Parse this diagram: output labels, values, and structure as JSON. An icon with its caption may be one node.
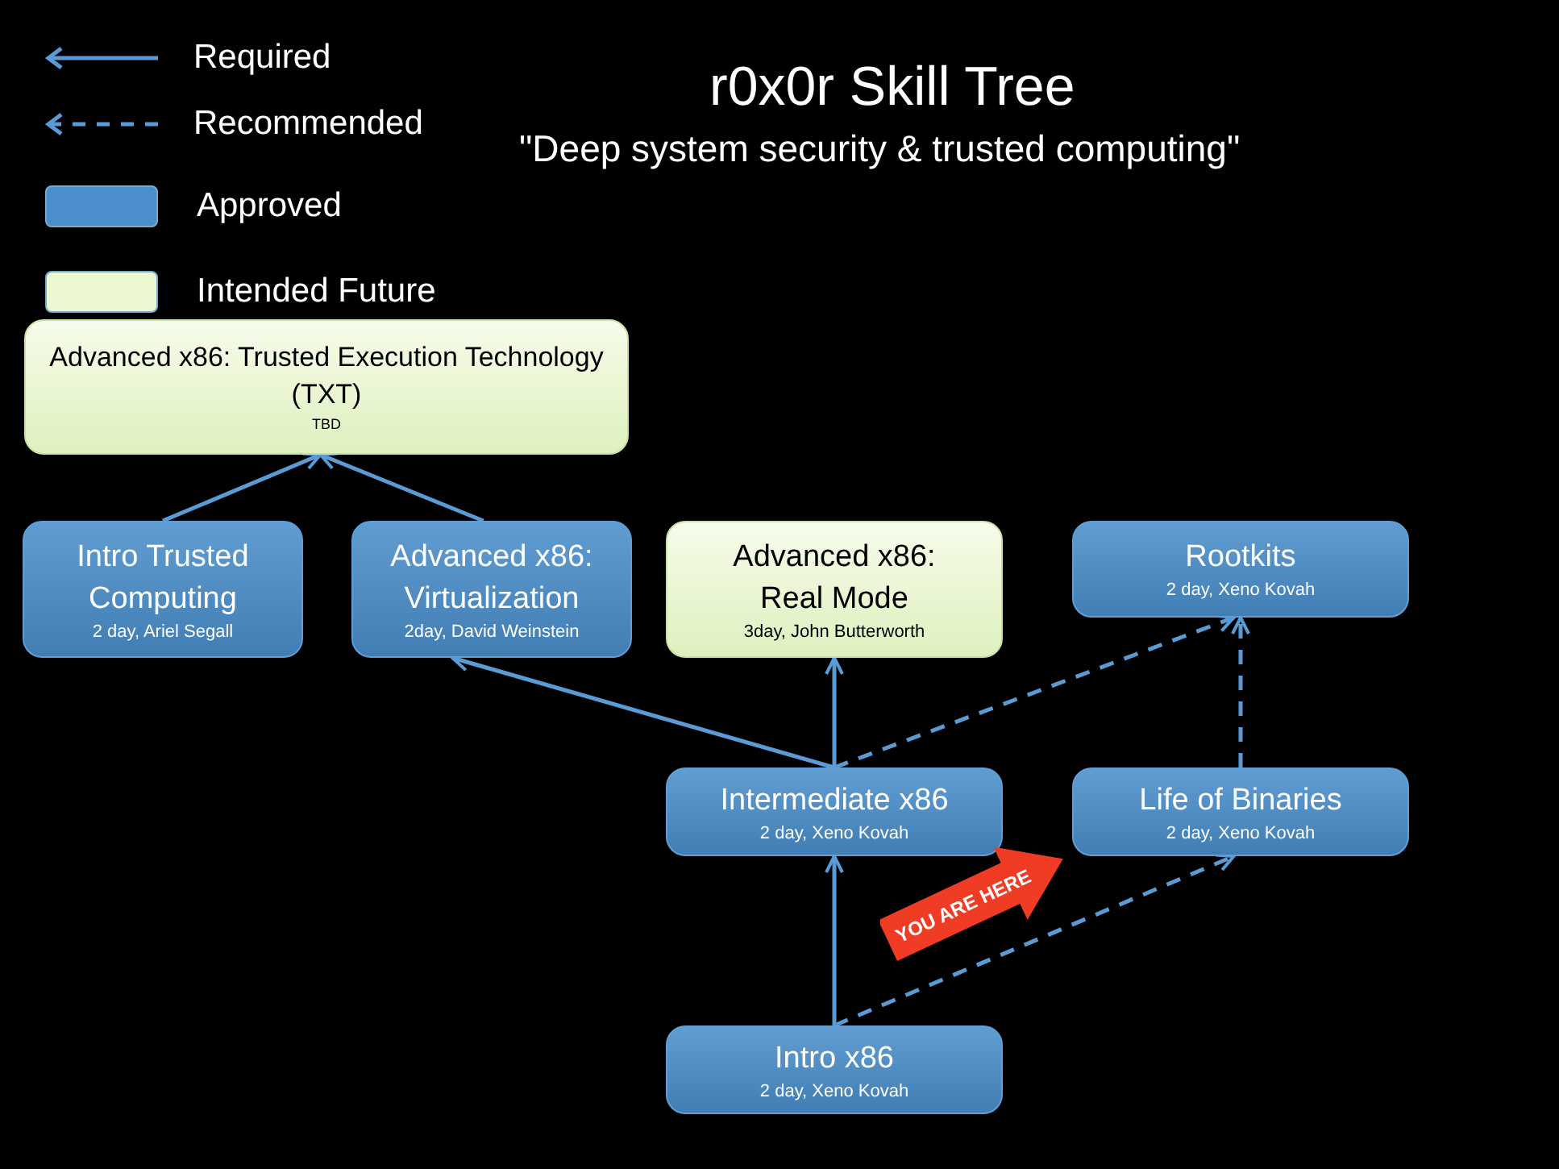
{
  "diagram": {
    "title": "r0x0r Skill Tree",
    "caption": "\"Deep system security & trusted computing\"",
    "nodes": [
      {
        "text": [
          "Advanced x86: Trusted Execution Technology (TXT)",
          "TBD"
        ]
      },
      {
        "text": [
          "Intro Trusted Computing",
          "2 day, Ariel Segall"
        ]
      },
      {
        "text": [
          "Advanced x86: Virtualization",
          "2day, David Weinstein"
        ]
      },
      {
        "text": [
          "Advanced x86: Real Mode",
          "3day, John Butterworth"
        ]
      },
      {
        "text": [
          "Rootkits",
          "2 day, Xeno Kovah"
        ]
      },
      {
        "text": [
          "Intermediate x86",
          "2 day, Xeno Kovah"
        ]
      },
      {
        "text": [
          "Life of Binaries",
          "2 day, Xeno Kovah"
        ]
      },
      {
        "text": [
          "YOU ARE HERE"
        ]
      },
      {
        "text": [
          "Intro x86",
          "2 day, Xeno Kovah"
        ]
      }
    ],
    "edges": [
      {
        "from": 1,
        "to": 0,
        "arrow": "to"
      },
      {
        "from": 2,
        "to": 0,
        "arrow": "to"
      },
      {
        "from": 5,
        "to": 2,
        "arrow": "to"
      },
      {
        "from": 5,
        "to": 3,
        "arrow": "to"
      },
      {
        "from": 5,
        "to": 4,
        "arrow": "to",
        "style": "dashed"
      },
      {
        "from": 6,
        "to": 4,
        "arrow": "to",
        "style": "dashed"
      },
      {
        "from": 8,
        "to": 5,
        "arrow": "to"
      },
      {
        "from": 8,
        "to": 6,
        "arrow": "to",
        "style": "dashed"
      }
    ],
    "legend": [
      {
        "text": "Required"
      },
      {
        "text": "Recommended"
      },
      {
        "text": "Approved",
        "color": "#4a8fcc"
      },
      {
        "text": "Intended Future",
        "color": "#eaf7cf"
      }
    ]
  }
}
